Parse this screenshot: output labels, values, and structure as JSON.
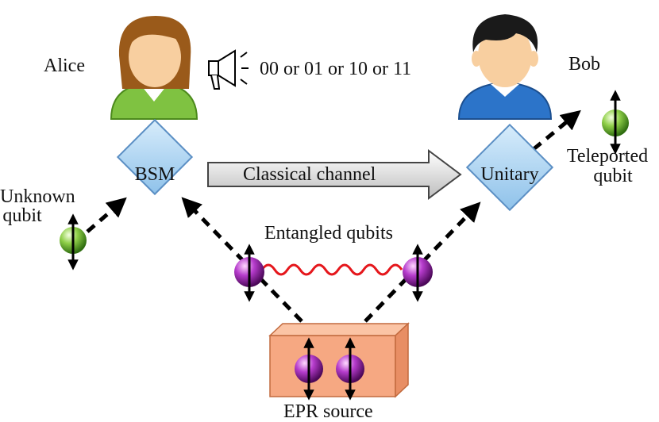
{
  "labels": {
    "alice": "Alice",
    "bob": "Bob",
    "message": "00 or 01 or 10 or 11",
    "bsm": "BSM",
    "unitary": "Unitary",
    "classical_channel": "Classical channel",
    "unknown_qubit_line1": "Unknown",
    "unknown_qubit_line2": "qubit",
    "entangled_qubits": "Entangled qubits",
    "teleported_line1": "Teleported",
    "teleported_line2": "qubit",
    "epr_source": "EPR source"
  },
  "colors": {
    "node_fill": "#a9d3f1",
    "node_stroke": "#5b8fc4",
    "arrow_fill": "#e6e6e6",
    "wave": "#e5171c",
    "green_qubit": "#63b32e",
    "purple_qubit": "#a521b8",
    "box_fill": "#f6a882",
    "box_side": "#e88e64",
    "alice_hair": "#9a5a1a",
    "alice_shirt": "#7fc241",
    "bob_hair": "#1a1a1a",
    "bob_shirt": "#2c74c9",
    "skin": "#f8cfa0"
  },
  "icons": {
    "megaphone": "megaphone-icon",
    "alice": "alice-avatar-icon",
    "bob": "bob-avatar-icon"
  }
}
